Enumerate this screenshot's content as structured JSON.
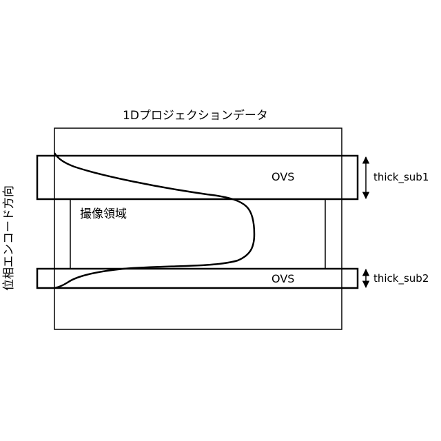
{
  "diagram": {
    "title": "1Dプロジェクションデータ",
    "phase_axis_label": "位相エンコード方向",
    "imaging_region_label": "撮像領域",
    "ovs_top_label": "OVS",
    "ovs_bottom_label": "OVS",
    "thickness_top_label": "thick_sub1",
    "thickness_bottom_label": "thick_sub2",
    "line_color": "#000000",
    "background_color": "#ffffff"
  }
}
